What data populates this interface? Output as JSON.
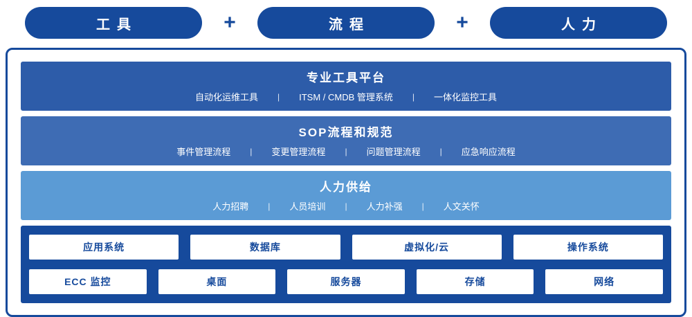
{
  "separator": "|",
  "header": {
    "plus_sign": "+",
    "pills": [
      {
        "label": "工具"
      },
      {
        "label": "流程"
      },
      {
        "label": "人力"
      }
    ]
  },
  "layers": [
    {
      "title": "专业工具平台",
      "items": [
        "自动化运维工具",
        "ITSM / CMDB 管理系统",
        "一体化监控工具"
      ]
    },
    {
      "title": "SOP流程和规范",
      "items": [
        "事件管理流程",
        "变更管理流程",
        "问题管理流程",
        "应急响应流程"
      ]
    },
    {
      "title": "人力供给",
      "items": [
        "人力招聘",
        "人员培训",
        "人力补强",
        "人文关怀"
      ]
    }
  ],
  "foundation": {
    "row1": [
      "应用系统",
      "数据库",
      "虚拟化/云",
      "操作系统"
    ],
    "row2": [
      "ECC 监控",
      "桌面",
      "服务器",
      "存储",
      "网络"
    ]
  },
  "colors": {
    "dark_blue": "#164a9c",
    "layer1": "#2d5ca9",
    "layer2": "#3e6cb4",
    "layer3": "#5b9bd5"
  }
}
